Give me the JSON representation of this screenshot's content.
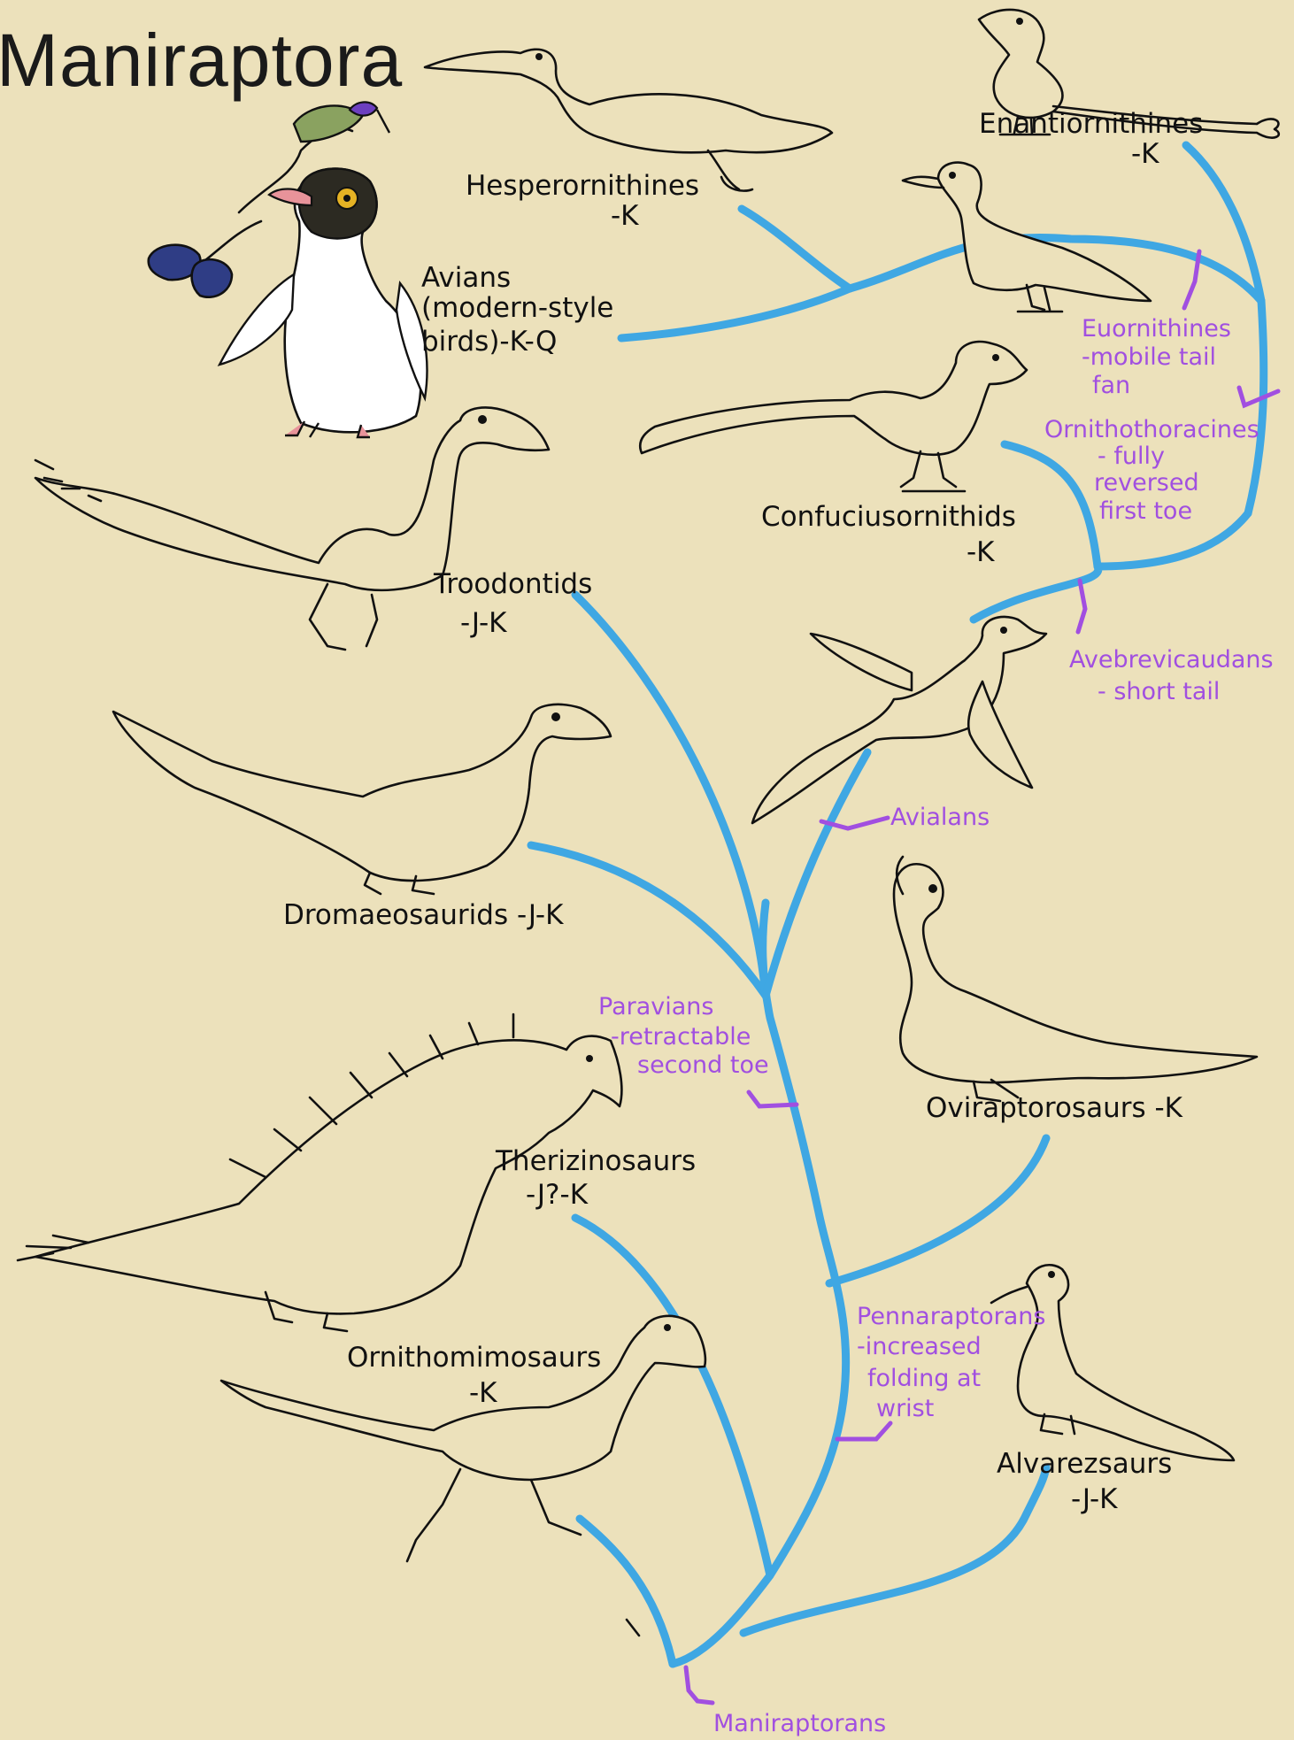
{
  "title": "Maniraptora",
  "taxa": {
    "enantiornithines": [
      "Enantiornithines",
      "-K"
    ],
    "hesperornithines": [
      "Hesperornithines",
      "-K"
    ],
    "avians": [
      "Avians",
      "(modern-style",
      "birds)-K-Q"
    ],
    "confuciusornithids": [
      "Confuciusornithids",
      "-K"
    ],
    "troodontids": [
      "Troodontids",
      "-J-K"
    ],
    "dromaeosaurids": [
      "Dromaeosaurids -J-K"
    ],
    "oviraptorosaurs": [
      "Oviraptorosaurs -K"
    ],
    "therizinosaurs": [
      "Therizinosaurs",
      "-J?-K"
    ],
    "ornithomimosaurs": [
      "Ornithomimosaurs",
      "-K"
    ],
    "alvarezsaurs": [
      "Alvarezsaurs",
      "-J-K"
    ]
  },
  "clades": {
    "euornithines": [
      "Euornithines",
      "-mobile tail",
      "fan"
    ],
    "ornithothoracines": [
      "Ornithothoracines",
      "- fully",
      "reversed",
      "first toe"
    ],
    "avebrevicaudans": [
      "Avebrevicaudans",
      "- short tail"
    ],
    "avialans": [
      "Avialans"
    ],
    "paravians": [
      "Paravians",
      "-retractable",
      "second toe"
    ],
    "pennaraptorans": [
      "Pennaraptorans",
      "-increased",
      "folding at",
      "wrist"
    ],
    "maniraptorans": [
      "Maniraptorans"
    ]
  },
  "colors": {
    "background": "#ece1bb",
    "branch": "#3fa7e3",
    "clade_note": "#a14fe0",
    "ink": "#111111"
  }
}
